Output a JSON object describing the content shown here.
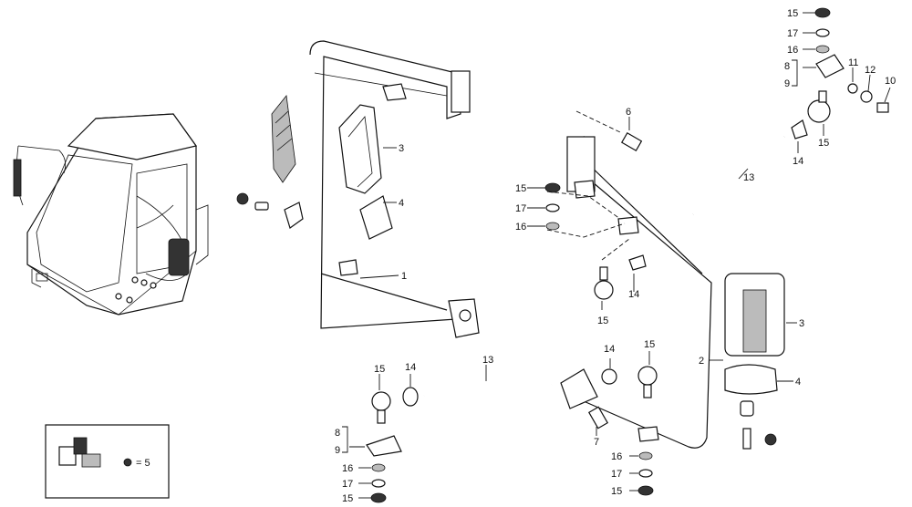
{
  "labels": {
    "p1": "1",
    "p2": "2",
    "p3a": "3",
    "p3b": "3",
    "p4a": "4",
    "p4b": "4",
    "p5": "= 5",
    "p6": "6",
    "p7": "7",
    "p8a": "8",
    "p9a": "9",
    "p8b": "8",
    "p9b": "9",
    "p10": "10",
    "p11": "11",
    "p12": "12",
    "p13a": "13",
    "p13b": "13",
    "p14a": "14",
    "p14b": "14",
    "p14c": "14",
    "p14d": "14",
    "p15a": "15",
    "p15b": "15",
    "p15c": "15",
    "p15d": "15",
    "p15e": "15",
    "p15f": "15",
    "p15g": "15",
    "p16a": "16",
    "p16b": "16",
    "p16c": "16",
    "p16d": "16",
    "p17a": "17",
    "p17b": "17",
    "p17c": "17",
    "p17d": "17"
  }
}
